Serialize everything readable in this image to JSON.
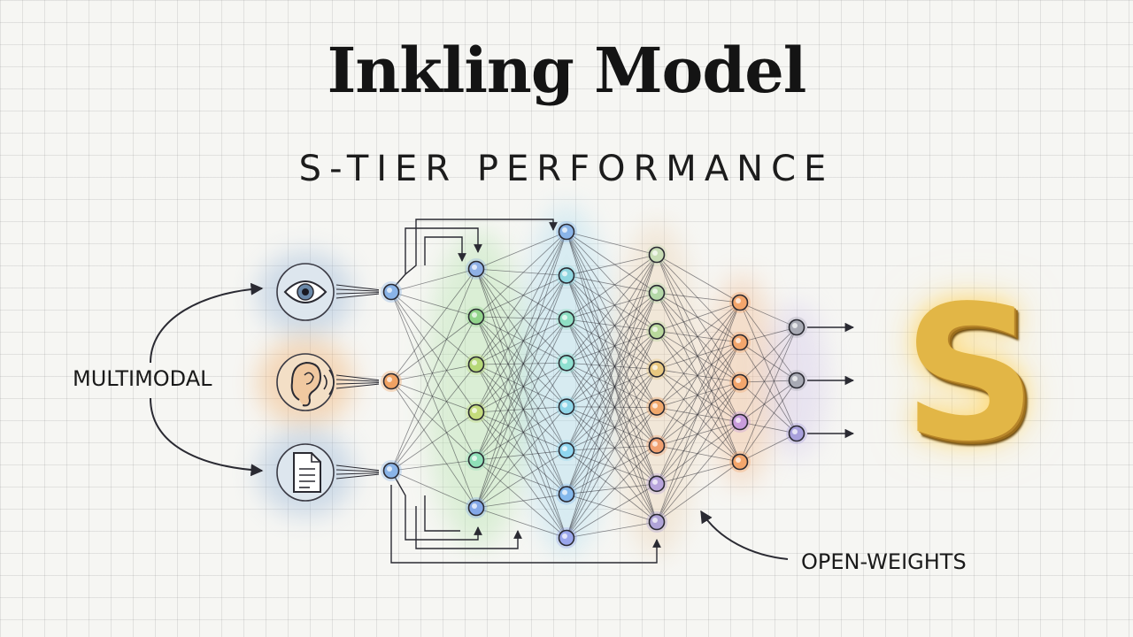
{
  "title": "Inkling Model",
  "subtitle": "S-TIER PERFORMANCE",
  "labels": {
    "multimodal": "MULTIMODAL",
    "open_weights": "OPEN-WEIGHTS"
  },
  "tier_badge": "S",
  "input_icons": [
    "eye-icon",
    "ear-icon",
    "document-icon"
  ],
  "network_layers": [
    {
      "nodes": 3,
      "colors": [
        "#8ab4e8",
        "#f0a263",
        "#8ab4e8"
      ]
    },
    {
      "nodes": 6,
      "colors": [
        "#8fb0e6",
        "#92d48c",
        "#b6d878",
        "#c4db7c",
        "#8fe0b8",
        "#84a8e8"
      ]
    },
    {
      "nodes": 8,
      "colors": [
        "#8ab4e8",
        "#8fd6e0",
        "#8fe0c4",
        "#8fe0d0",
        "#8fd6e8",
        "#8fd6f0",
        "#84b8ec",
        "#9aa6ec"
      ]
    },
    {
      "nodes": 8,
      "colors": [
        "#c8ddb6",
        "#b4d8a8",
        "#b8d89c",
        "#e8c880",
        "#f0a86c",
        "#f0a070",
        "#b8a4dc",
        "#b0a4d8"
      ]
    },
    {
      "nodes": 5,
      "colors": [
        "#f4a66c",
        "#f4a66c",
        "#f4a66c",
        "#c89cdc",
        "#f4a66c"
      ]
    },
    {
      "nodes": 3,
      "colors": [
        "#a8aab4",
        "#a8aab4",
        "#a8a0dc"
      ]
    }
  ],
  "colors": {
    "ink": "#2a2a32",
    "gold": "#e2b646",
    "paper": "#f6f6f3"
  }
}
